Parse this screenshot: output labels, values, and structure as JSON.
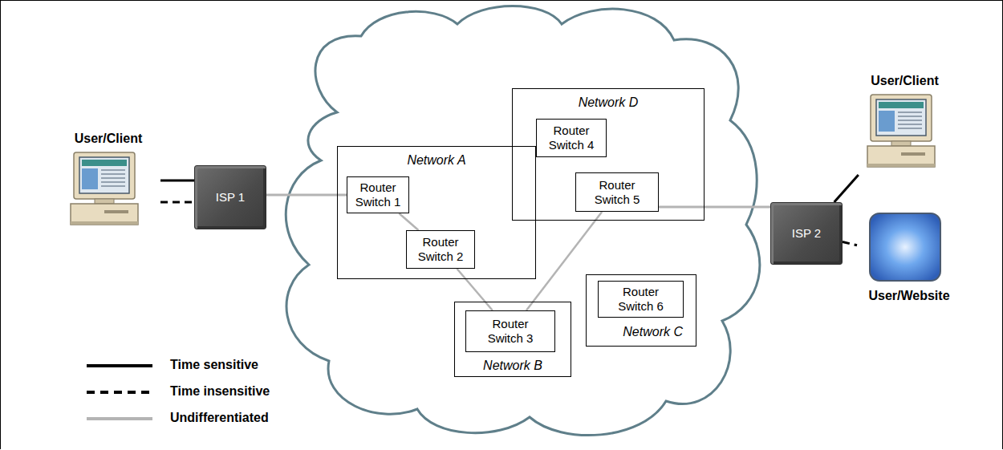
{
  "diagram": {
    "nodes": [
      {
        "text": [
          "User/Client"
        ]
      },
      {
        "text": [
          "ISP 1"
        ]
      },
      {
        "text": [
          "Network A"
        ]
      },
      {
        "text": [
          "Router Switch 1"
        ],
        "in": 2
      },
      {
        "text": [
          "Router Switch 2"
        ],
        "in": 2
      },
      {
        "text": [
          "Network D"
        ]
      },
      {
        "text": [
          "Router Switch 4"
        ],
        "in": 5
      },
      {
        "text": [
          "Router Switch 5"
        ],
        "in": 5
      },
      {
        "text": [
          "Network B"
        ]
      },
      {
        "text": [
          "Router Switch 3"
        ],
        "in": 8
      },
      {
        "text": [
          "Network C"
        ]
      },
      {
        "text": [
          "Router Switch 6"
        ],
        "in": 10
      },
      {
        "text": [
          "ISP 2"
        ]
      },
      {
        "text": [
          "User/Client"
        ]
      },
      {
        "text": [
          "User/Website"
        ]
      }
    ],
    "edges": [
      {
        "from": 0,
        "to": 1,
        "arrow": "none"
      },
      {
        "from": 0,
        "to": 1,
        "arrow": "none"
      },
      {
        "from": 1,
        "to": 3,
        "arrow": "none"
      },
      {
        "from": 3,
        "to": 4,
        "arrow": "none"
      },
      {
        "from": 4,
        "to": 9,
        "arrow": "none"
      },
      {
        "from": 9,
        "to": 7,
        "arrow": "none"
      },
      {
        "from": 7,
        "to": 12,
        "arrow": "none"
      },
      {
        "from": 12,
        "to": 13,
        "arrow": "none"
      },
      {
        "from": 12,
        "to": 14,
        "arrow": "none"
      }
    ],
    "legend": [
      {
        "text": "Time sensitive"
      },
      {
        "text": "Time insensitive"
      },
      {
        "text": "Undifferentiated"
      }
    ]
  }
}
